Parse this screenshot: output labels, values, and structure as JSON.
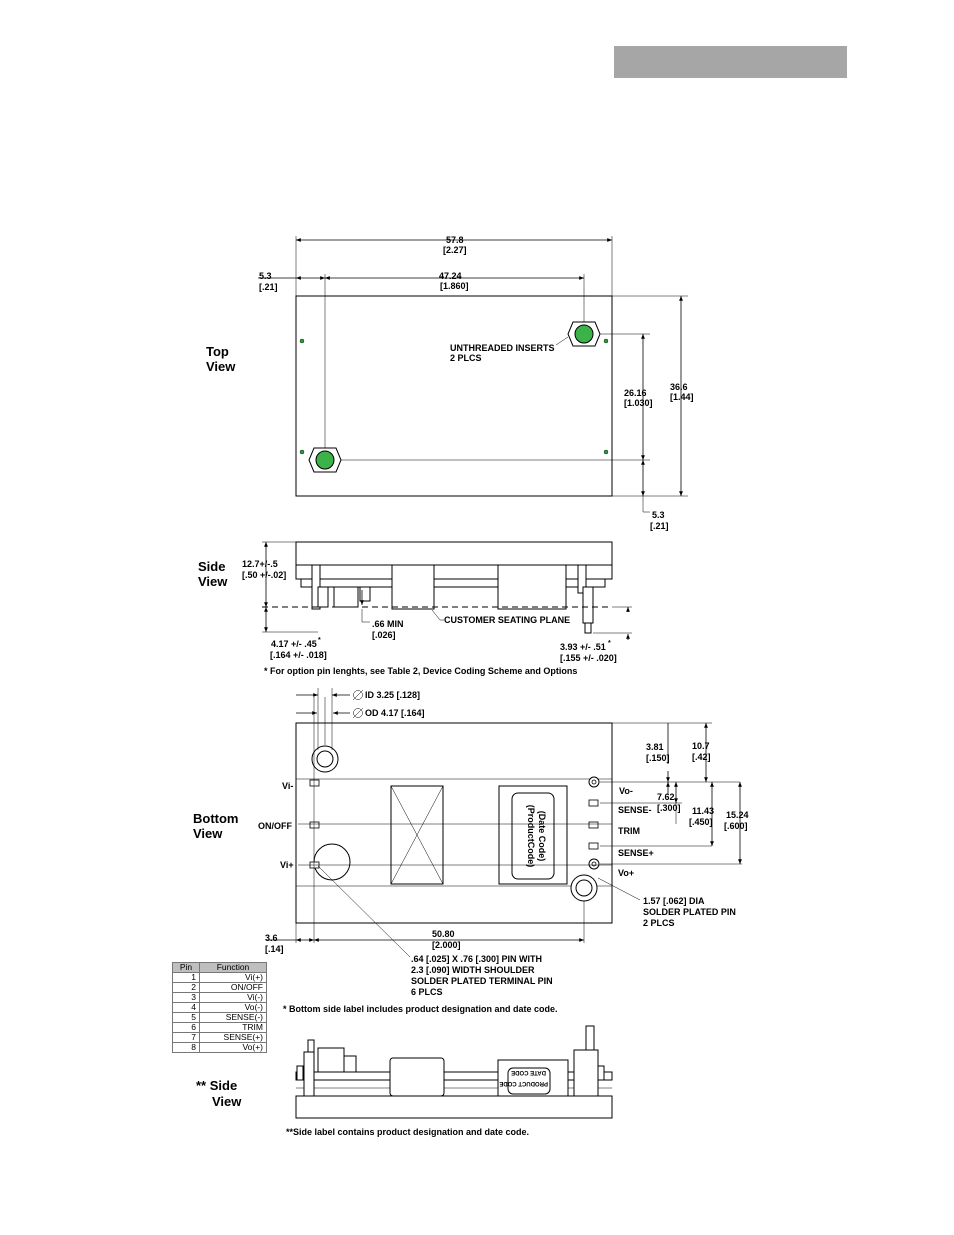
{
  "views": {
    "top": "Top\nView",
    "top_l1": "Top",
    "top_l2": "View",
    "side_l1": "Side",
    "side_l2": "View",
    "bottom_l1": "Bottom",
    "bottom_l2": "View",
    "side2_l1": "** Side",
    "side2_l2": "View"
  },
  "top_view": {
    "d_width_mm": "57.8",
    "d_width_in": "[2.27]",
    "d_hole_span_mm": "47.24",
    "d_hole_span_in": "[1.860]",
    "d_left_mm": "5.3",
    "d_left_in": "[.21]",
    "d_height_mm": "36.6",
    "d_height_in": "[1.44]",
    "d_hole_v_mm": "26.16",
    "d_hole_v_in": "[1.030]",
    "d_bottom_mm": "5.3",
    "d_bottom_in": "[.21]",
    "inserts_l1": "UNTHREADED INSERTS",
    "inserts_l2": "2 PLCS"
  },
  "side_view": {
    "d_h_mm": "12.7+/-.5",
    "d_h_in": "[.50 +/-.02]",
    "d_min_mm": ".66 MIN",
    "d_min_in": "[.026]",
    "seating": "CUSTOMER SEATING PLANE",
    "d_pin_mm": "4.17 +/- .45",
    "d_pin_star": "*",
    "d_pin_in": "[.164 +/- .018]",
    "d_pin2_mm": "3.93 +/- .51",
    "d_pin2_star": "*",
    "d_pin2_in": "[.155 +/- .020]",
    "note": "* For option pin lenghts, see Table 2, Device Coding Scheme and Options"
  },
  "bottom_view": {
    "id": "ID 3.25 [.128]",
    "od": "OD 4.17 [.164]",
    "pin_vi_minus": "Vi-",
    "pin_onoff": "ON/OFF",
    "pin_vi_plus": "Vi+",
    "pin_vo_minus": "Vo-",
    "pin_sense_minus": "SENSE-",
    "pin_trim": "TRIM",
    "pin_sense_plus": "SENSE+",
    "pin_vo_plus": "Vo+",
    "d_381_mm": "3.81",
    "d_381_in": "[.150]",
    "d_107_mm": "10.7",
    "d_107_in": "[.42]",
    "d_762_mm": "7.62",
    "d_762_in": "[.300]",
    "d_1143_mm": "11.43",
    "d_1143_in": "[.450]",
    "d_1524_mm": "15.24",
    "d_1524_in": "[.600]",
    "label_product": "(ProductCode)",
    "label_date": "(Date Code)",
    "pin_dia_l1": "1.57 [.062] DIA",
    "pin_dia_l2": "SOLDER PLATED PIN",
    "pin_dia_l3": "2 PLCS",
    "d_36_mm": "3.6",
    "d_36_in": "[.14]",
    "d_508_mm": "50.80",
    "d_508_in": "[2.000]",
    "term_l1": ".64 [.025] X .76 [.300] PIN WITH",
    "term_l2": "2.3 [.090] WIDTH SHOULDER",
    "term_l3": "SOLDER PLATED TERMINAL PIN",
    "term_l4": "6 PLCS",
    "note": "* Bottom side label includes product designation and date code."
  },
  "pin_table": {
    "headers": [
      "Pin",
      "Function"
    ],
    "rows": [
      [
        "1",
        "Vi(+)"
      ],
      [
        "2",
        "ON/OFF"
      ],
      [
        "3",
        "Vi(-)"
      ],
      [
        "4",
        "Vo(-)"
      ],
      [
        "5",
        "SENSE(-)"
      ],
      [
        "6",
        "TRIM"
      ],
      [
        "7",
        "SENSE(+)"
      ],
      [
        "8",
        "Vo(+)"
      ]
    ]
  },
  "side_view2": {
    "label_l1": "DATE CODE",
    "label_l2": "PRODUCT CODE",
    "note": "**Side label contains product designation and date code."
  }
}
